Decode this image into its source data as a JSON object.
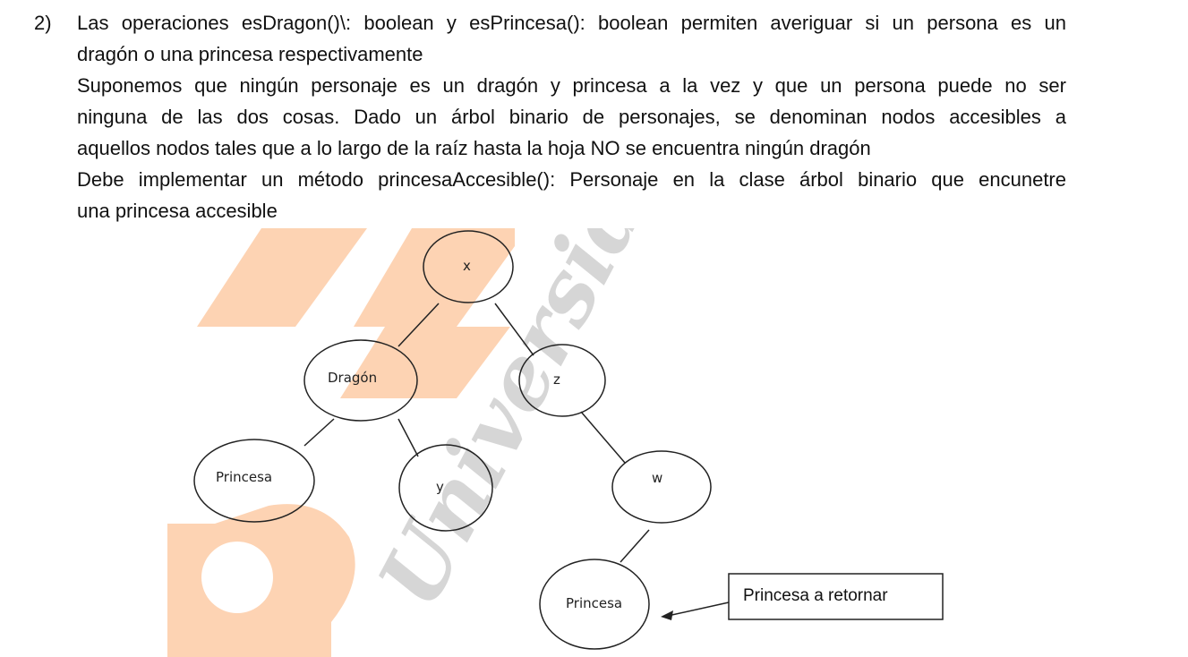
{
  "question": {
    "number": "2)",
    "paragraph1": {
      "line1": "Las operaciones esDragon()\\: boolean y esPrincesa(): boolean permiten averiguar si un persona es un",
      "line2": "dragón o una princesa respectivamente"
    },
    "paragraph2": {
      "line1": "Suponemos que ningún personaje es un dragón y princesa a la vez y que un persona puede no ser",
      "line2": "ninguna de las dos cosas. Dado un árbol binario de personajes, se denominan nodos accesibles a",
      "line3": "aquellos nodos tales que a lo largo de la raíz hasta la hoja NO se encuentra ningún dragón"
    },
    "paragraph3": {
      "line1": "Debe implementar un método princesaAccesible(): Personaje en la clase árbol binario que encunetre",
      "line2": "una princesa accesible"
    }
  },
  "diagram": {
    "nodes": {
      "root": "x",
      "dragon": "Dragón",
      "z": "z",
      "princesa_left": "Princesa",
      "y": "y",
      "w": "w",
      "princesa_target": "Princesa"
    },
    "callout": "Princesa a retornar",
    "watermark_text": "Universidad",
    "colors": {
      "watermark_orange": "#fdd3b3",
      "watermark_gray": "#cfcfcf",
      "ink": "#222222"
    }
  }
}
